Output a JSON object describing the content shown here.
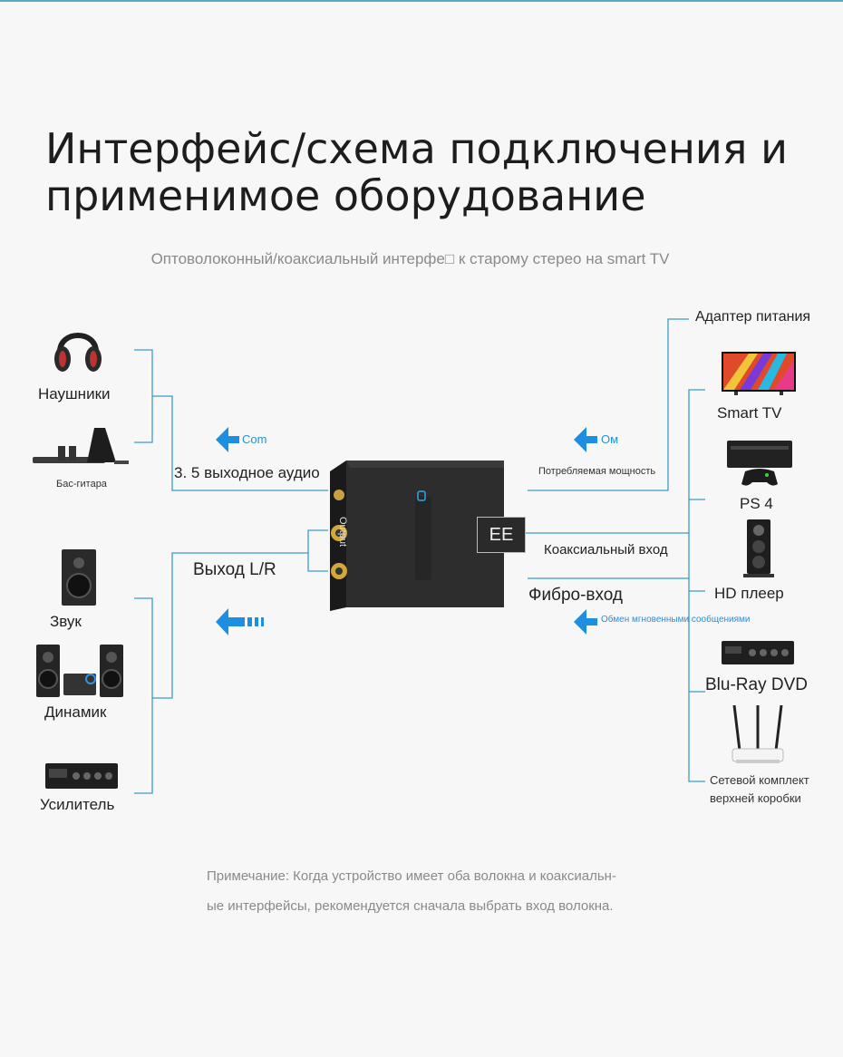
{
  "title_line1": "Интерфейс/схема подключения и",
  "title_line2": "применимое оборудование",
  "subtitle": "Оптоволоконный/коаксиальный интерфе□ к старому стерео на smart TV",
  "left": {
    "headphones": "Наушники",
    "bass": "Бас-гитара",
    "output_35": "3. 5 выходное аудио",
    "arrow_com": "Com",
    "output_lr": "Выход L/R",
    "sound": "Звук",
    "speaker": "Динамик",
    "amplifier": "Усилитель"
  },
  "device": {
    "output_label": "Output",
    "badge": "EE"
  },
  "right": {
    "power_adapter": "Адаптер питания",
    "arrow_om": "Ом",
    "power_consumption": "Потребляемая мощность",
    "smart_tv": "Smart TV",
    "ps4": "PS 4",
    "coax_in": "Коаксиальный вход",
    "hd_player": "HD плеер",
    "fiber_in": "Фибро-вход",
    "arrow_im": "Обмен мгновенными сообщениями",
    "bluray": "Blu-Ray DVD",
    "router_line1": "Сетевой комплект",
    "router_line2": "верхней коробки"
  },
  "note_line1": "Примечание: Когда устройство имеет оба волокна и коаксиальн-",
  "note_line2": "ые интерфейсы, рекомендуется сначала выбрать вход волокна.",
  "colors": {
    "line": "#3a9cc9",
    "arrow": "#1e8fe0",
    "device": "#2b2b2b"
  }
}
